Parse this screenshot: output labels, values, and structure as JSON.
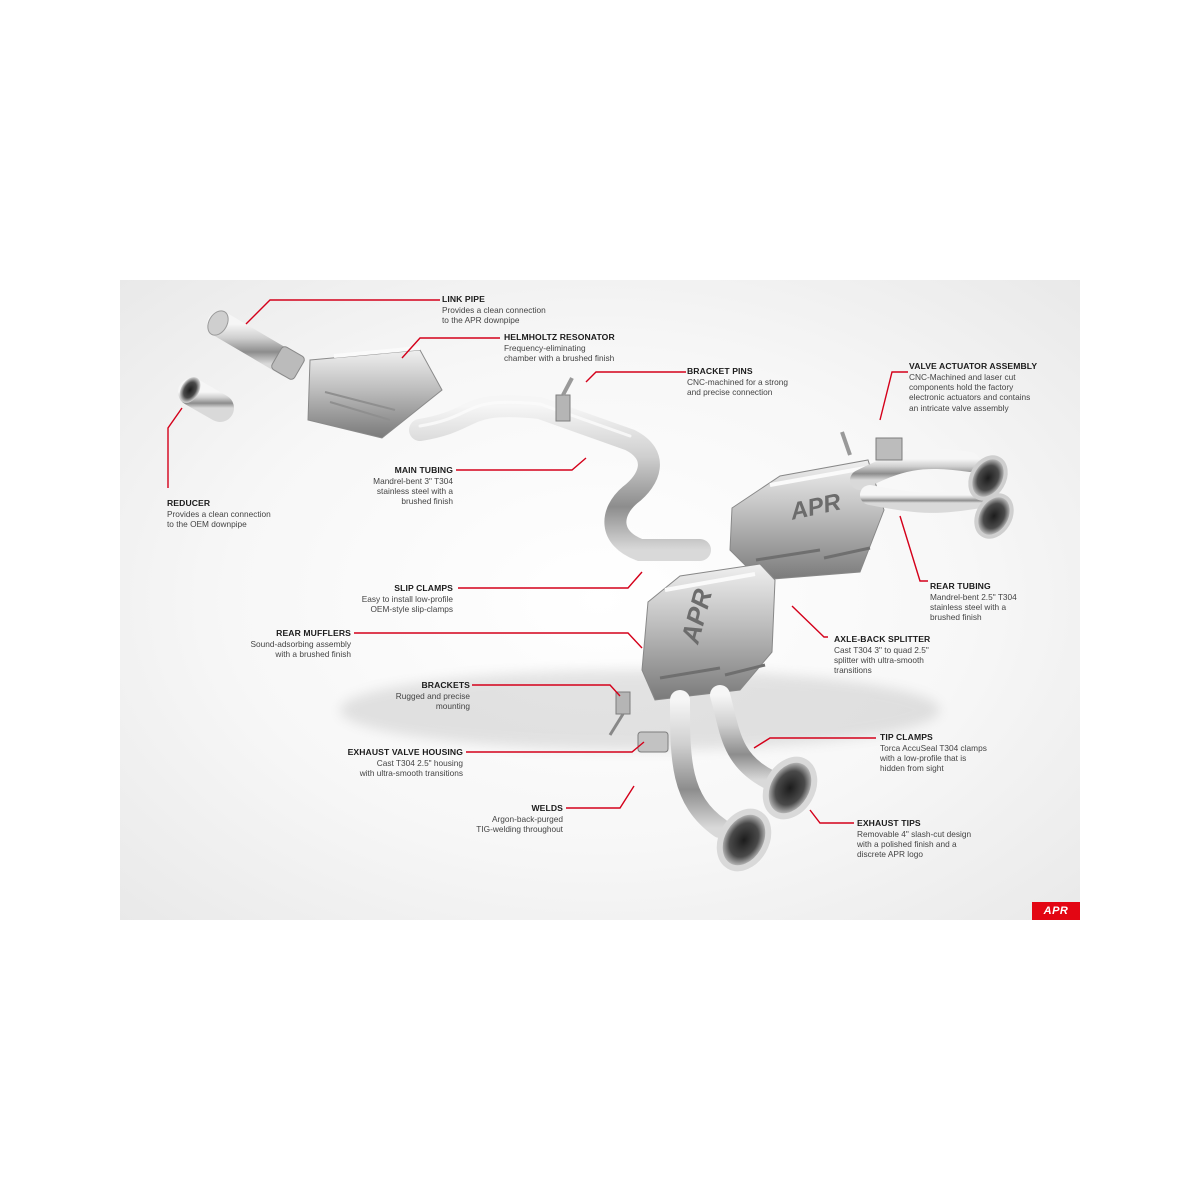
{
  "callouts": [
    {
      "id": "link-pipe",
      "title": "LINK PIPE",
      "desc": "Provides a clean connection\nto the APR downpipe"
    },
    {
      "id": "helmholtz-resonator",
      "title": "HELMHOLTZ RESONATOR",
      "desc": "Frequency-eliminating\nchamber with a brushed finish"
    },
    {
      "id": "bracket-pins",
      "title": "BRACKET PINS",
      "desc": "CNC-machined for a strong\nand precise connection"
    },
    {
      "id": "valve-actuator-assembly",
      "title": "VALVE ACTUATOR ASSEMBLY",
      "desc": "CNC-Machined and laser cut\ncomponents hold the factory\nelectronic actuators and contains\nan intricate valve assembly"
    },
    {
      "id": "reducer",
      "title": "REDUCER",
      "desc": "Provides a clean connection\nto the OEM downpipe"
    },
    {
      "id": "main-tubing",
      "title": "MAIN TUBING",
      "desc": "Mandrel-bent 3\" T304\nstainless steel with a\nbrushed finish"
    },
    {
      "id": "slip-clamps",
      "title": "SLIP CLAMPS",
      "desc": "Easy to install low-profile\nOEM-style slip-clamps"
    },
    {
      "id": "rear-mufflers",
      "title": "REAR MUFFLERS",
      "desc": "Sound-adsorbing assembly\nwith a brushed finish"
    },
    {
      "id": "rear-tubing",
      "title": "REAR TUBING",
      "desc": "Mandrel-bent 2.5\" T304\nstainless steel with a\nbrushed finish"
    },
    {
      "id": "axle-back-splitter",
      "title": "AXLE-BACK SPLITTER",
      "desc": "Cast T304 3\" to quad 2.5\"\nsplitter with ultra-smooth\ntransitions"
    },
    {
      "id": "brackets",
      "title": "BRACKETS",
      "desc": "Rugged and precise\nmounting"
    },
    {
      "id": "tip-clamps",
      "title": "TIP CLAMPS",
      "desc": "Torca AccuSeal T304 clamps\nwith a low-profile that is\nhidden from sight"
    },
    {
      "id": "exhaust-valve-housing",
      "title": "EXHAUST VALVE HOUSING",
      "desc": "Cast T304 2.5\" housing\nwith ultra-smooth transitions"
    },
    {
      "id": "welds",
      "title": "WELDS",
      "desc": "Argon-back-purged\nTIG-welding throughout"
    },
    {
      "id": "exhaust-tips",
      "title": "EXHAUST TIPS",
      "desc": "Removable 4\" slash-cut design\nwith a polished finish and a\ndiscrete APR logo"
    }
  ],
  "muffler_logo": "APR",
  "brand_logo": "APR",
  "colors": {
    "leader_line": "#d4001a",
    "brand_red": "#e30613",
    "steel_light": "#eeeeee",
    "steel_dark": "#6e6e6e"
  }
}
